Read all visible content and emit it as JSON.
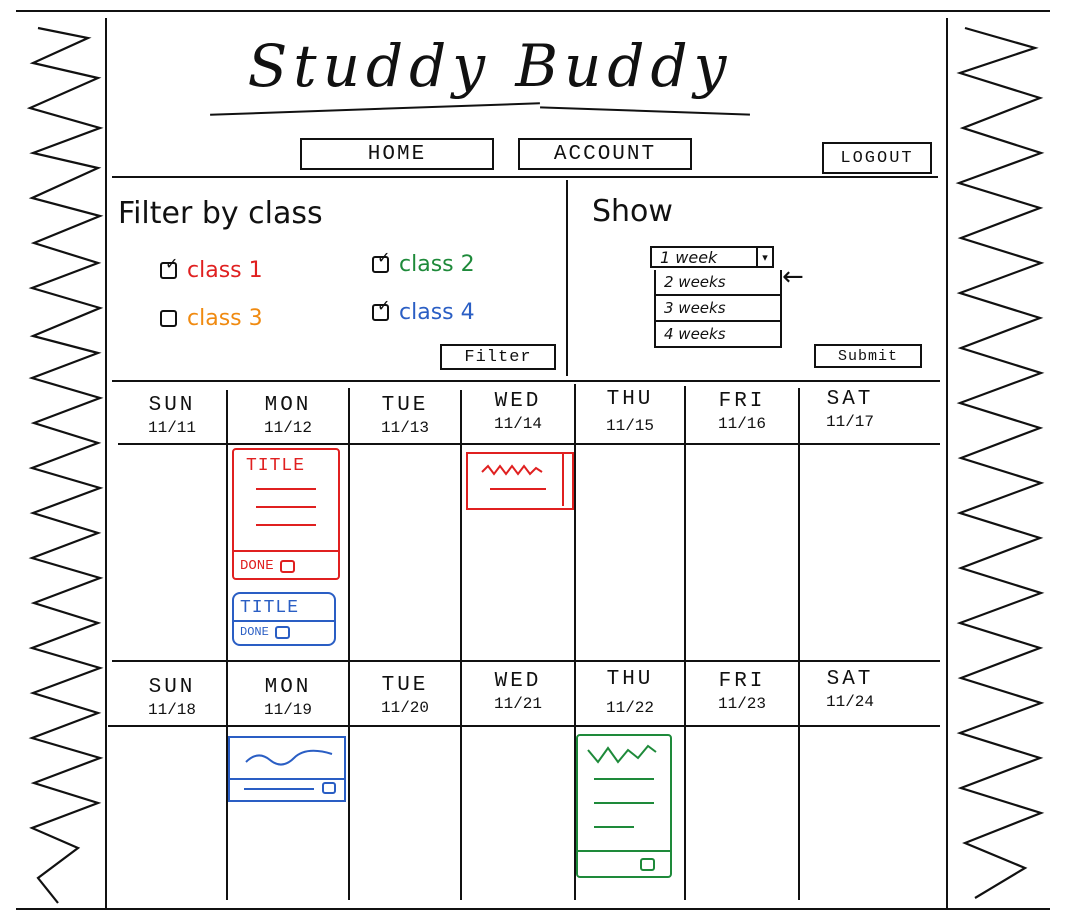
{
  "app": {
    "title": "Studdy Buddy"
  },
  "nav": {
    "home": "HOME",
    "account": "ACCOUNT",
    "logout": "LOGOUT"
  },
  "filter": {
    "heading": "Filter by class",
    "classes": [
      {
        "label": "class 1",
        "checked": true,
        "color": "#e02020"
      },
      {
        "label": "class 2",
        "checked": true,
        "color": "#1e8a3a"
      },
      {
        "label": "class 3",
        "checked": false,
        "color": "#f08a10"
      },
      {
        "label": "class 4",
        "checked": true,
        "color": "#2a5ec4"
      }
    ],
    "button": "Filter"
  },
  "show": {
    "heading": "Show",
    "selected": "1 week",
    "options": [
      "2 weeks",
      "3 weeks",
      "4 weeks"
    ],
    "button": "Submit"
  },
  "weeks": [
    {
      "days": [
        {
          "name": "SUN",
          "date": "11/11"
        },
        {
          "name": "MON",
          "date": "11/12"
        },
        {
          "name": "TUE",
          "date": "11/13"
        },
        {
          "name": "WED",
          "date": "11/14"
        },
        {
          "name": "THU",
          "date": "11/15"
        },
        {
          "name": "FRI",
          "date": "11/16"
        },
        {
          "name": "SAT",
          "date": "11/17"
        }
      ]
    },
    {
      "days": [
        {
          "name": "SUN",
          "date": "11/18"
        },
        {
          "name": "MON",
          "date": "11/19"
        },
        {
          "name": "TUE",
          "date": "11/20"
        },
        {
          "name": "WED",
          "date": "11/21"
        },
        {
          "name": "THU",
          "date": "11/22"
        },
        {
          "name": "FRI",
          "date": "11/23"
        },
        {
          "name": "SAT",
          "date": "11/24"
        }
      ]
    }
  ],
  "cards": {
    "red_mon": {
      "title": "TITLE",
      "done": "DONE",
      "done_checked": true,
      "color": "#e02020"
    },
    "blue_mon": {
      "title": "TITLE",
      "done": "DONE",
      "done_checked": false,
      "color": "#2a5ec4"
    },
    "red_wed": {
      "color": "#e02020"
    },
    "blue_mon2": {
      "color": "#2a5ec4"
    },
    "green_thu": {
      "color": "#1e8a3a"
    }
  }
}
